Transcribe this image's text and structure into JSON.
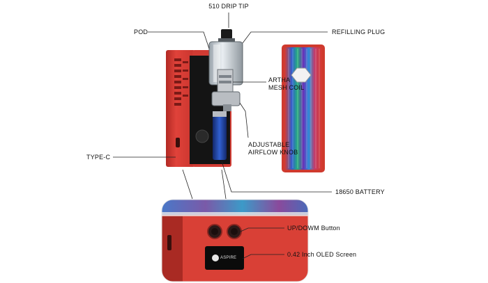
{
  "labels": {
    "drip_tip": "510 DRIP TIP",
    "pod": "POD",
    "refilling_plug": "REFILLING PLUG",
    "coil_line1": "ARTHA",
    "coil_line2": "MESH COIL",
    "airflow_line1": "ADJUSTABLE",
    "airflow_line2": "AIRFLOW KNOB",
    "type_c": "TYPE-C",
    "battery": "18650 BATTERY",
    "button": "UP/DOWM Button",
    "screen": "0.42 Inch OLED Screen"
  },
  "logo_text": "ASPIRE",
  "colors": {
    "body_red": "#e0423a",
    "body_red_dark": "#b22a24",
    "battery_blue": "#1f3f9a",
    "leader_line": "#222222",
    "background": "#ffffff"
  }
}
